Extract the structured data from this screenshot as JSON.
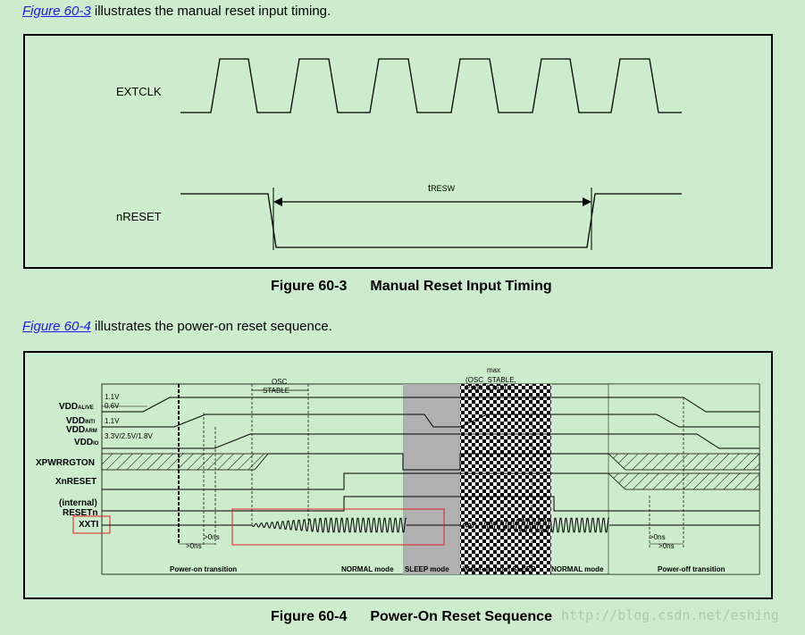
{
  "intro1": {
    "link": "Figure 60-3",
    "text": " illustrates the manual reset input timing."
  },
  "fig3": {
    "signals": {
      "clk": "EXTCLK",
      "reset": "nRESET"
    },
    "t_prefix": "t",
    "t_sub": "RESW",
    "caption_num": "Figure 60-3",
    "caption_title": "Manual Reset Input Timing"
  },
  "intro2": {
    "link": "Figure 60-4",
    "text": " illustrates the power-on reset sequence."
  },
  "fig4": {
    "signals": {
      "vdd_alive": "VDD",
      "vdd_alive_sub": "ALIVE",
      "vdd_int": "VDD",
      "vdd_int_sub": "INT/",
      "vdd_arm": "VDD",
      "vdd_arm_sub": "ARM",
      "vdd_io": "VDD",
      "vdd_io_sub": "IO",
      "xpwrrgton": "XPWRRGTON",
      "xnreset": "XnRESET",
      "internal": "(internal)",
      "resetn": "RESETn",
      "xxti": "XXTI"
    },
    "volts": {
      "v11a": "1.1V",
      "v06": "0.6V",
      "v11b": "1.1V",
      "v33": "3.3V/2.5V/1.8V"
    },
    "osc1": "OSC",
    "osc2": "STABLE",
    "max1": "max",
    "max2": "(OSC_STABLE,",
    "max3": "PWR_STABLE)",
    "ons": ">0ns",
    "phases": {
      "power_on": "Power-on transition",
      "normal1": "NORMAL mode",
      "sleep": "SLEEP mode",
      "wake": "Wake-up from SLEEP",
      "normal2": "NORMAL mode",
      "power_off": "Power-off transition"
    },
    "caption_num": "Figure 60-4",
    "caption_title": "Power-On Reset Sequence"
  },
  "watermark": "http://blog.csdn.net/eshing"
}
